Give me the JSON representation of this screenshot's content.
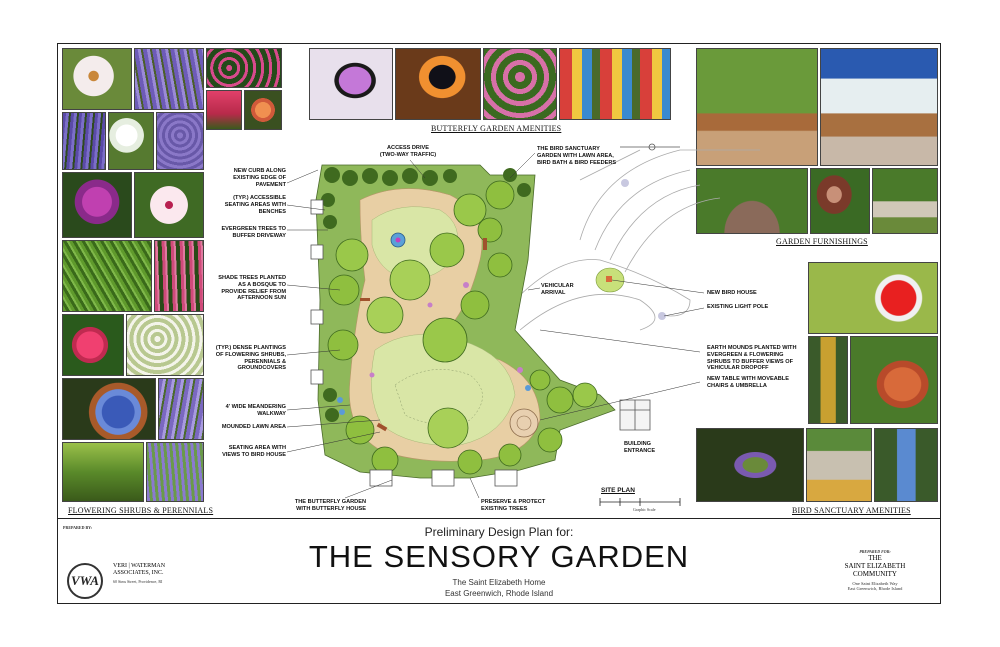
{
  "sections": {
    "flowering": "FLOWERING SHRUBS & PERENNIALS",
    "butterfly": "BUTTERFLY GARDEN AMENITIES",
    "furnishings": "GARDEN FURNISHINGS",
    "bird": "BIRD SANCTUARY AMENITIES"
  },
  "callouts": {
    "curb": "NEW CURB ALONG\nEXISTING EDGE OF\nPAVEMENT",
    "seating": "(TYP.) ACCESSIBLE\nSEATING AREAS WITH\nBENCHES",
    "evergreen": "EVERGREEN TREES TO\nBUFFER DRIVEWAY",
    "shade": "SHADE TREES PLANTED\nAS A BOSQUE TO\nPROVIDE RELIEF FROM\nAFTERNOON SUN",
    "dense": "(TYP.) DENSE PLANTINGS\nOF FLOWERING SHRUBS,\nPERENNIALS &\nGROUNDCOVERS",
    "walkway": "4' WIDE MEANDERING\nWALKWAY",
    "mounded": "MOUNDED LAWN AREA",
    "seatview": "SEATING AREA WITH\nVIEWS TO BIRD HOUSE",
    "butterflyhouse": "THE BUTTERFLY GARDEN\nWITH BUTTERFLY HOUSE",
    "preserve": "PRESERVE & PROTECT\nEXISTING TREES",
    "access": "ACCESS DRIVE\n(TWO-WAY TRAFFIC)",
    "birdsanct": "THE BIRD SANCTUARY\nGARDEN WITH LAWN AREA,\nBIRD BATH & BIRD FEEDERS",
    "vehicular": "VEHICULAR\nARRIVAL",
    "birdhouse": "NEW BIRD HOUSE",
    "lightpole": "EXISTING LIGHT POLE",
    "mounds": "EARTH MOUNDS PLANTED WITH\nEVERGREEN & FLOWERING\nSHRUBS TO BUFFER VIEWS OF\nVEHICULAR DROPOFF",
    "table": "NEW TABLE WITH MOVEABLE\nCHAIRS & UMBRELLA",
    "building": "BUILDING\nENTRANCE"
  },
  "site_plan": {
    "label": "SITE PLAN",
    "scale": "Graphic Scale"
  },
  "title": {
    "pre": "Preliminary Design Plan for:",
    "main": "THE SENSORY GARDEN",
    "sub1": "The Saint Elizabeth Home",
    "sub2": "East Greenwich, Rhode Island"
  },
  "prepared_by": {
    "label": "PREPARED BY:",
    "monogram": "VWA",
    "firm1": "VERI | WATERMAN",
    "firm2": "ASSOCIATES, INC.",
    "addr": "60 Sims Street, Providence, RI"
  },
  "prepared_for": {
    "label": "PREPARED FOR:",
    "client1": "THE",
    "client2": "SAINT ELIZABETH",
    "client3": "COMMUNITY",
    "addr1": "One Saint Elizabeth Way",
    "addr2": "East Greenwich, Rhode Island"
  },
  "colors": {
    "lawn": "#d9e6a6",
    "walk": "#e8cfa4",
    "tree": "#8fbf3f",
    "treeDark": "#3f6a1f",
    "flower": "#c77fc8"
  }
}
